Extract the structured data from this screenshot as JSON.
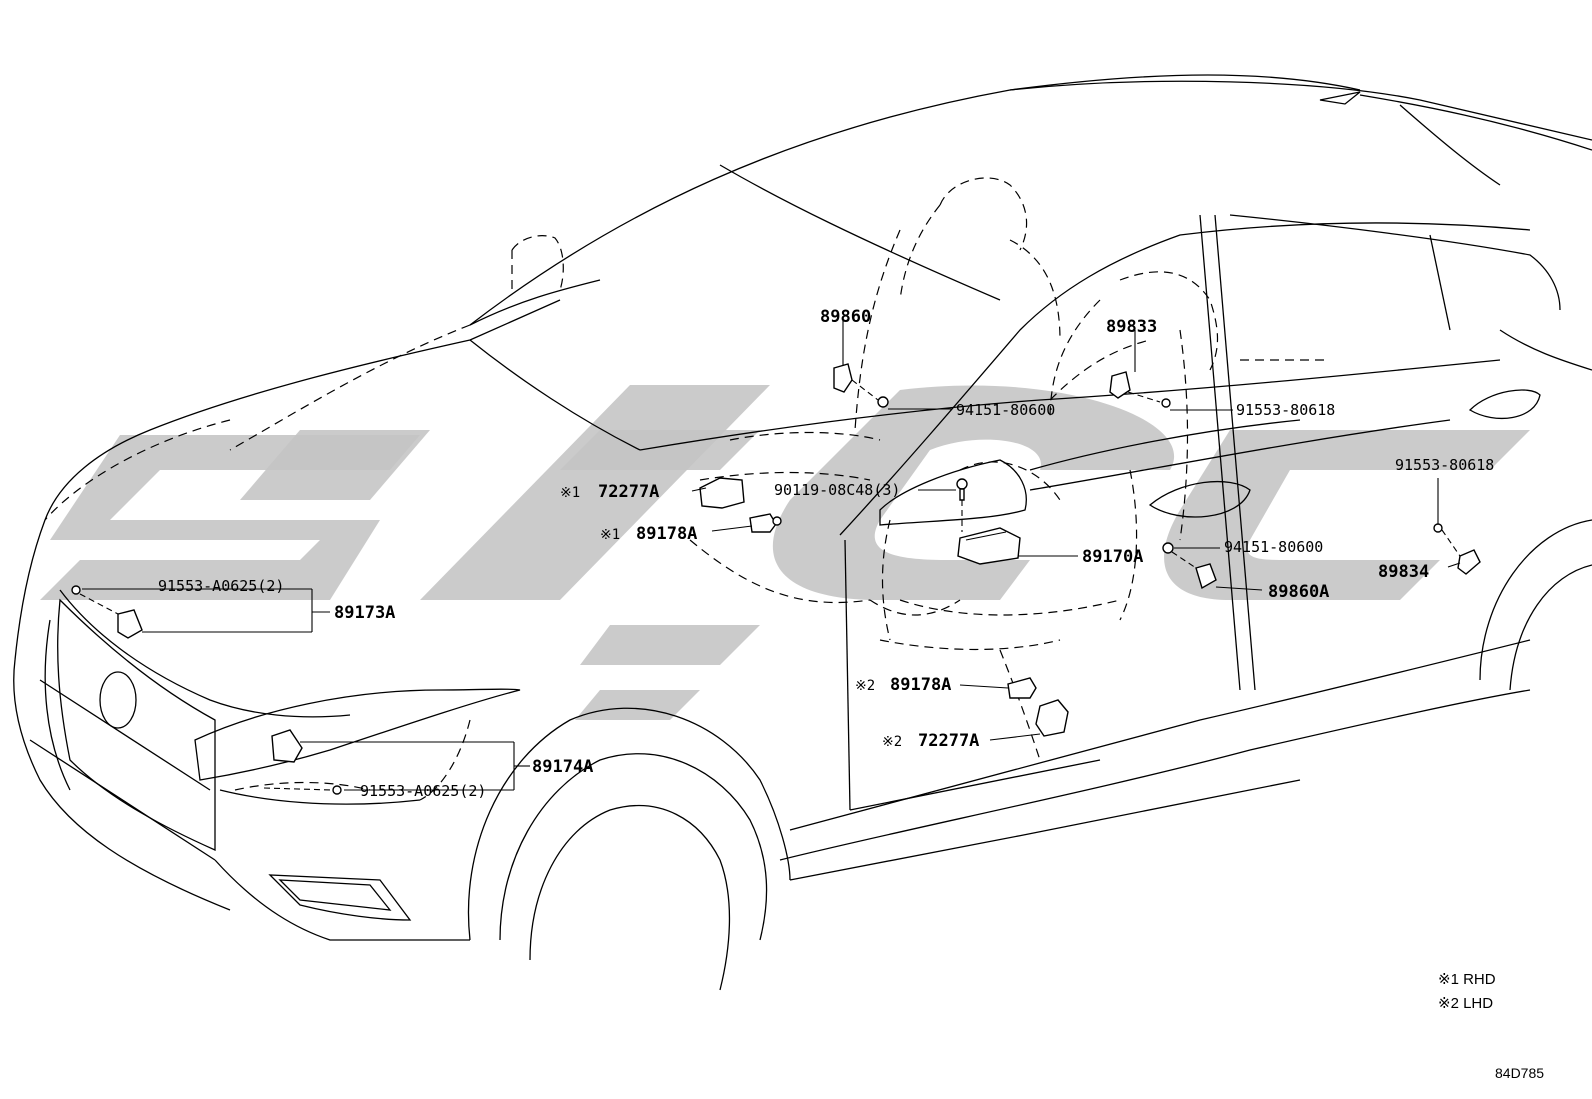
{
  "parts": {
    "p89860": "89860",
    "p94151_upper": "94151-80600",
    "p89833": "89833",
    "p91553_upper": "91553-80618",
    "p72277A_rhd": "72277A",
    "p89178A_rhd": "89178A",
    "p90119": "90119-08C48(3)",
    "p89170A": "89170A",
    "p91553_rear": "91553-80618",
    "p94151_lower": "94151-80600",
    "p89834": "89834",
    "p89860A": "89860A",
    "p91553_A0625_upper": "91553-A0625(2)",
    "p89173A": "89173A",
    "p89178A_lhd": "89178A",
    "p72277A_lhd": "72277A",
    "p89174A": "89174A",
    "p91553_A0625_lower": "91553-A0625(2)"
  },
  "marks": {
    "m1": "※1",
    "m2": "※2"
  },
  "legend": {
    "rhd": "※1 RHD",
    "lhd": "※2 LHD"
  },
  "diagram_code": "84D785",
  "watermark_color": "#c4c4c4"
}
